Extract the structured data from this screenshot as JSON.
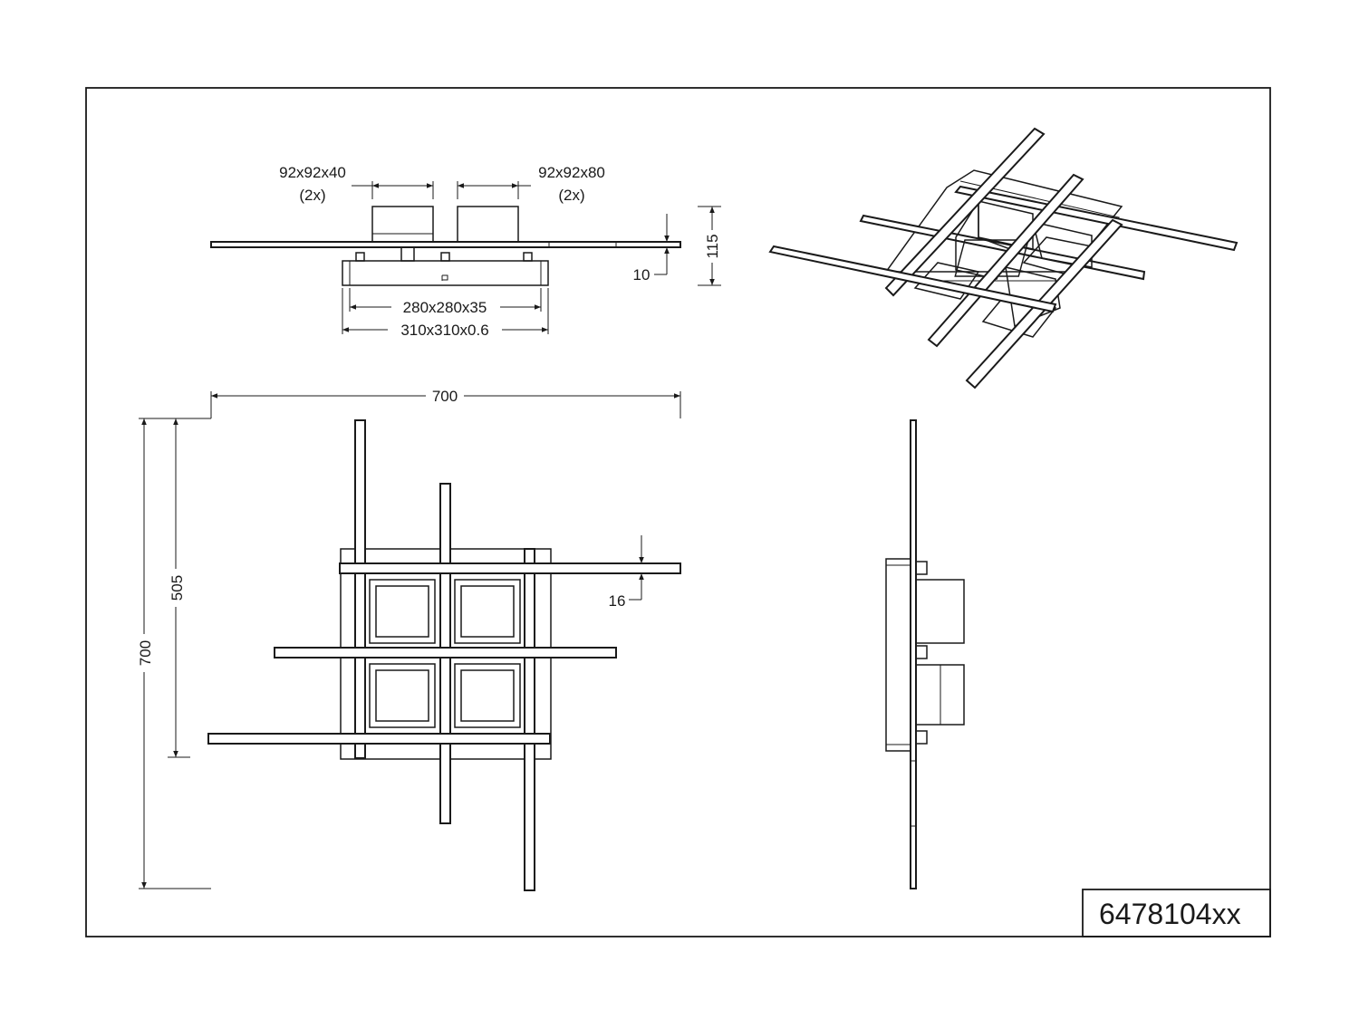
{
  "product_code": "6478104xx",
  "side_view_top": {
    "cube_small_label": "92x92x40",
    "cube_small_qty": "(2x)",
    "cube_large_label": "92x92x80",
    "cube_large_qty": "(2x)",
    "base_label": "280x280x35",
    "plate_label": "310x310x0.6",
    "bar_thickness": "10",
    "total_height": "115"
  },
  "plan_view": {
    "width": "700",
    "height": "700",
    "bar_span": "505",
    "bar_width": "16"
  }
}
